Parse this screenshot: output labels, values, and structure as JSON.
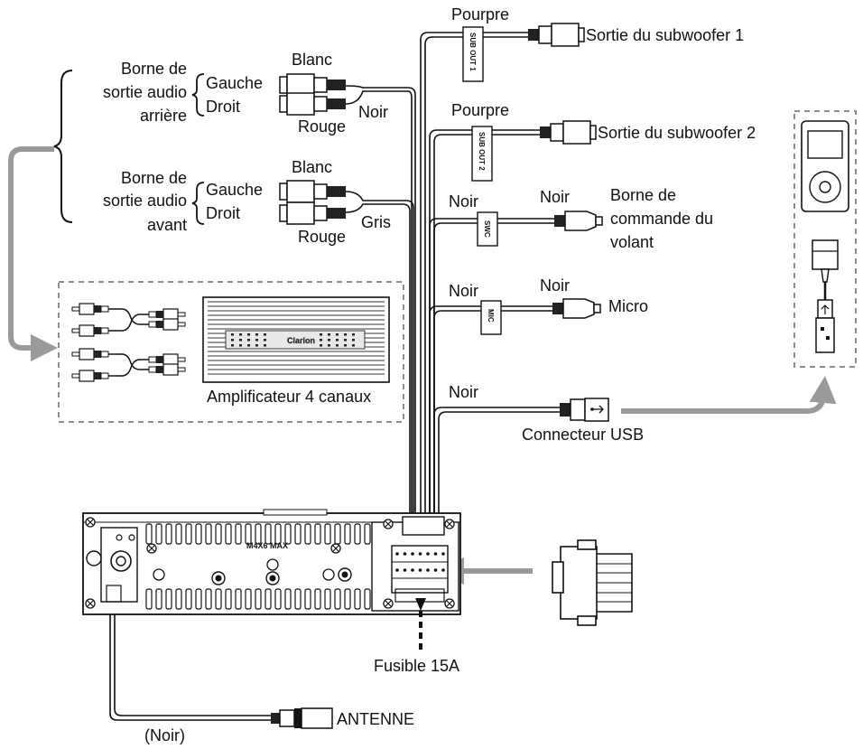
{
  "labels": {
    "rear_terminal_l1": "Borne de",
    "rear_terminal_l2": "sortie audio",
    "rear_terminal_l3": "arrière",
    "front_terminal_l1": "Borne de",
    "front_terminal_l2": "sortie audio",
    "front_terminal_l3": "avant",
    "left": "Gauche",
    "right": "Droit",
    "white": "Blanc",
    "red": "Rouge",
    "black": "Noir",
    "grey": "Gris",
    "purple": "Pourpre",
    "sub_out_1": "Sortie du subwoofer 1",
    "sub_out_2": "Sortie du subwoofer 2",
    "steering_l1": "Borne de",
    "steering_l2": "commande du",
    "steering_l3": "volant",
    "micro": "Micro",
    "usb_connector": "Connecteur USB",
    "amplifier": "Amplificateur 4 canaux",
    "fuse": "Fusible 15A",
    "antenna": "ANTENNE",
    "antenna_black": "(Noir)",
    "screw_spec": "M4X6  MAX"
  },
  "tags": {
    "sub_out_1": "SUB OUT 1",
    "sub_out_2": "SUB OUT 2",
    "swc": "SWC",
    "mic": "MIC"
  },
  "brand": "Clarion",
  "icons": [
    "rca-plug-icon",
    "usb-plug-icon",
    "ipod-icon",
    "amplifier-icon",
    "iso-connector-icon",
    "antenna-plug-icon",
    "fuse-arrow-icon"
  ],
  "colors": {
    "line": "#111111",
    "arrow": "#9a9a9a",
    "dashed_box": "#8c8c8c",
    "plug_dark": "#222222"
  }
}
